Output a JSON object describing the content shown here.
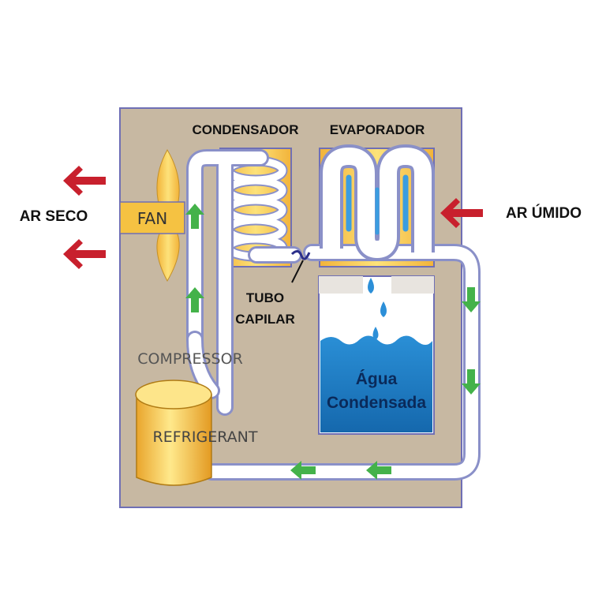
{
  "labels": {
    "condenser": "CONDENSADOR",
    "evaporator": "EVAPORADOR",
    "dry_air": "AR SECO",
    "humid_air": "AR ÚMIDO",
    "fan": "FAN",
    "capillary_line1": "TUBO",
    "capillary_line2": "CAPILAR",
    "compressor": "COMPRESSOR",
    "refrigerant": "REFRIGERANT",
    "water_line1": "Água",
    "water_line2": "Condensada"
  },
  "colors": {
    "cabinet": "#c7b8a2",
    "cabinet_border": "#6f6fb5",
    "component_yellow": "#f5c242",
    "tube_outline": "#8a90c8",
    "water": "#1d7fc4",
    "flow_arrow": "#44b24a",
    "air_arrow": "#c8202d"
  },
  "icons": [
    "fan-icon",
    "air-flow-arrow-icon",
    "refrigerant-flow-arrow-icon",
    "water-drop-icon"
  ]
}
